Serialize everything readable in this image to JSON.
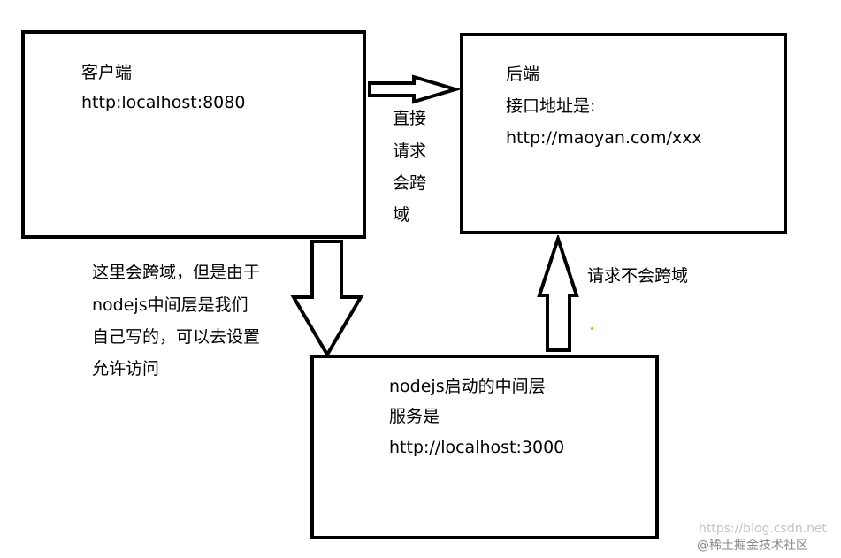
{
  "client": {
    "title": "客户端",
    "address": "http:localhost:8080"
  },
  "backend": {
    "title": "后端",
    "label": "接口地址是:",
    "address": "http://maoyan.com/xxx"
  },
  "middle": {
    "title": "nodejs启动的中间层",
    "label": "服务是",
    "address": "http://localhost:3000"
  },
  "direct_request": [
    "直接",
    "请求",
    "会跨",
    "域"
  ],
  "cross_note": [
    "这里会跨域，但是由于",
    "nodejs中间层是我们",
    "自己写的，可以去设置",
    "允许访问"
  ],
  "no_cross": "请求不会跨域",
  "watermark": {
    "url": "https://blog.csdn.net",
    "brand": "@稀土掘金技术社区"
  },
  "colors": {
    "stroke": "#000000",
    "watermark": "#bcbcbc",
    "brand": "#8a8a8a",
    "dot": "#f0a020"
  }
}
